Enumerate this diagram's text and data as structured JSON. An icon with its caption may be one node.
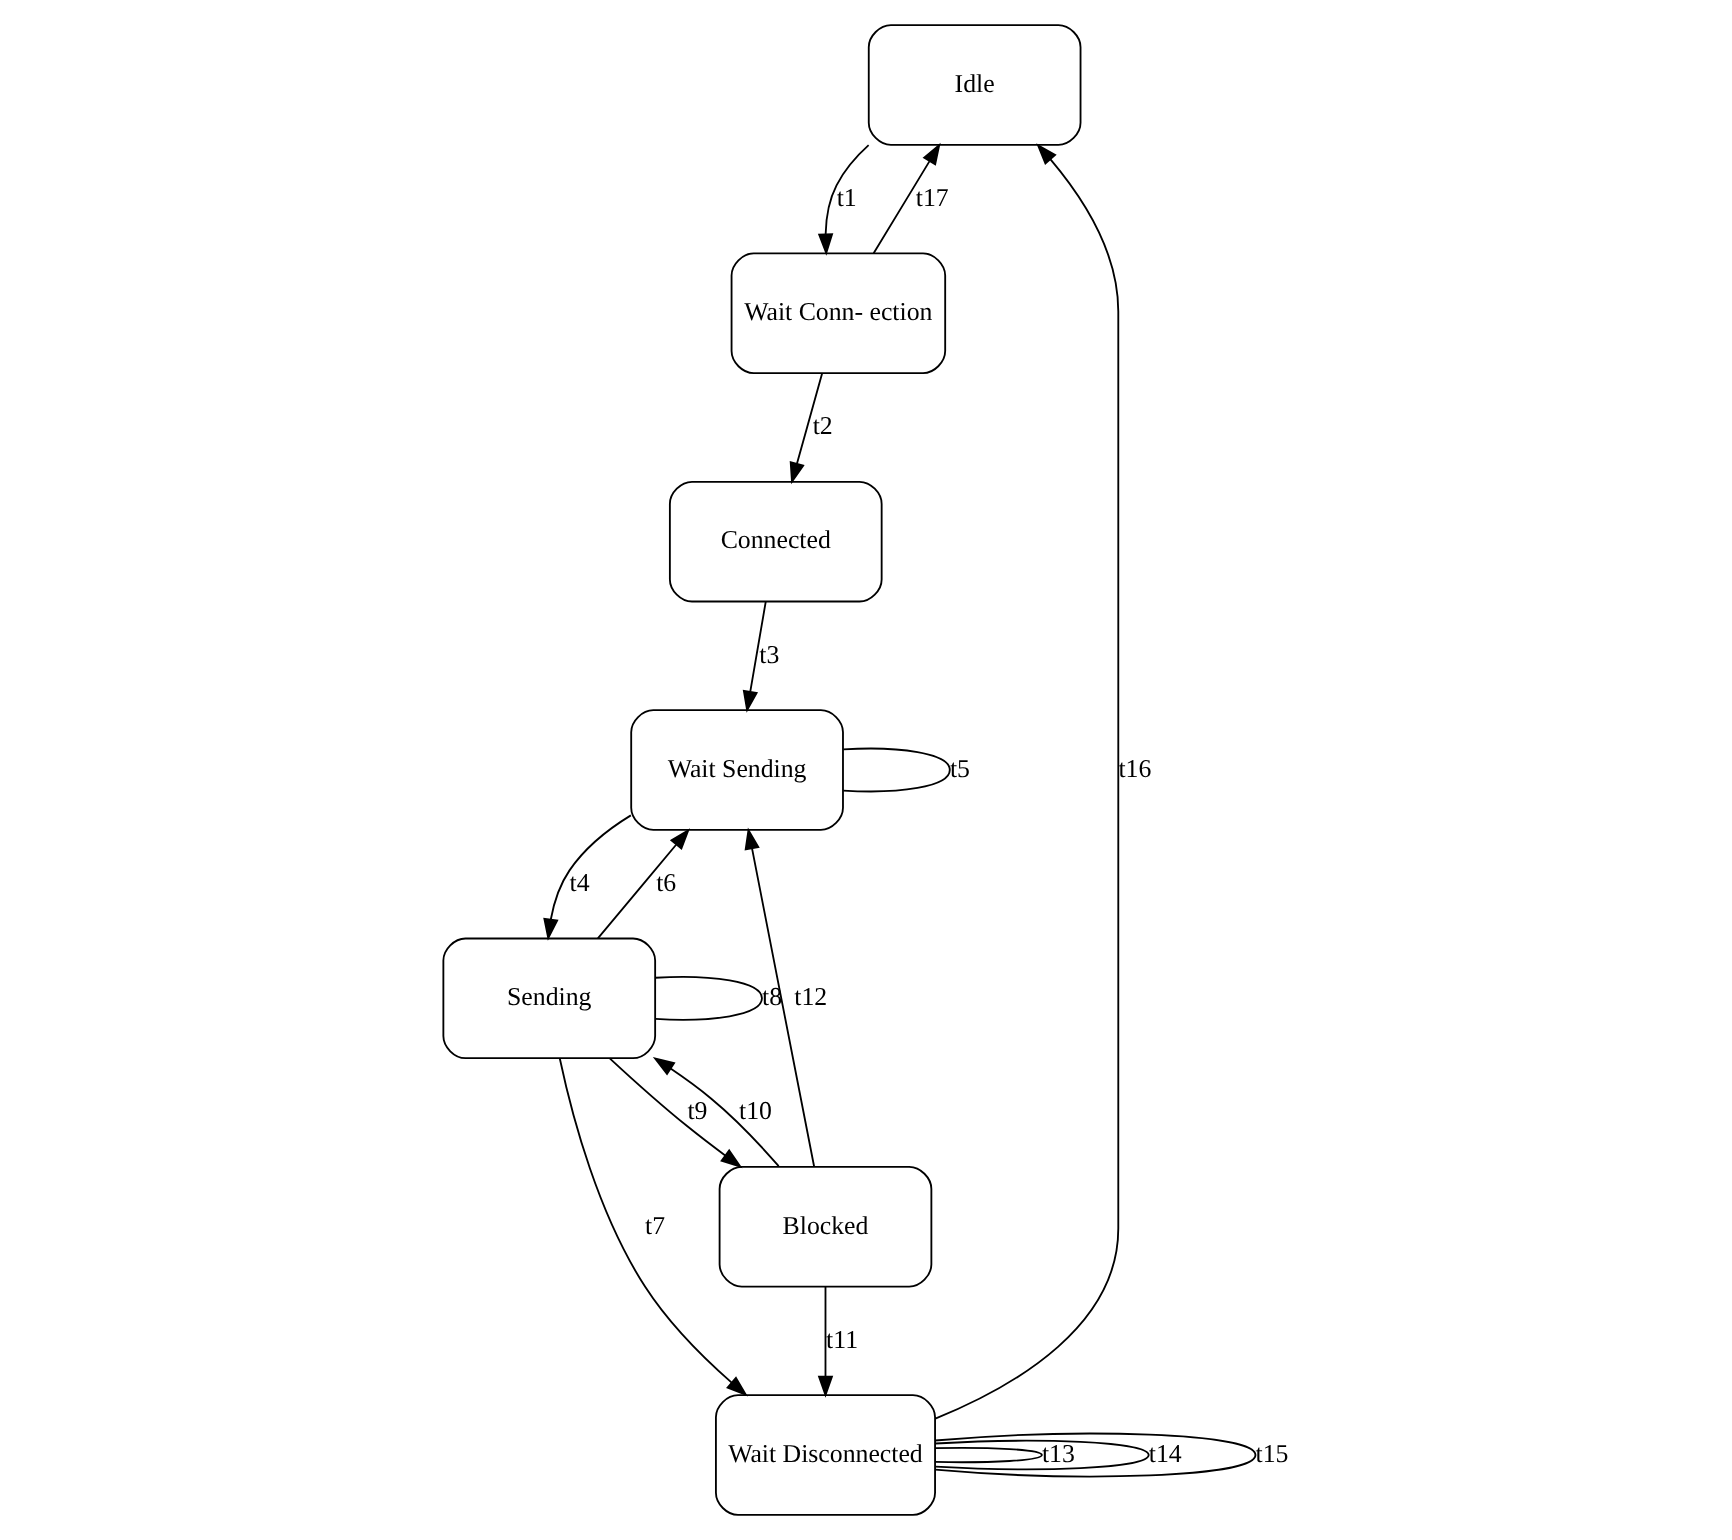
{
  "diagram": {
    "nodes": [
      {
        "text": [
          "Idle"
        ]
      },
      {
        "text": [
          "Wait Conn- ection"
        ]
      },
      {
        "text": [
          "Connected"
        ]
      },
      {
        "text": [
          "Wait Sending"
        ]
      },
      {
        "text": [
          "Sending"
        ]
      },
      {
        "text": [
          "Wait Disconnected"
        ]
      },
      {
        "text": [
          "Blocked"
        ]
      }
    ],
    "edges": [
      {
        "from": 0,
        "to": 1,
        "arrow": "to",
        "label": "t1"
      },
      {
        "from": 1,
        "to": 0,
        "arrow": "to",
        "label": "t17"
      },
      {
        "from": 1,
        "to": 2,
        "arrow": "to",
        "label": "t2"
      },
      {
        "from": 2,
        "to": 3,
        "arrow": "to",
        "label": "t3"
      },
      {
        "from": 3,
        "to": 4,
        "arrow": "to",
        "label": "t4"
      },
      {
        "from": 3,
        "to": 3,
        "arrow": "none",
        "label": "t5"
      },
      {
        "from": 4,
        "to": 3,
        "arrow": "to",
        "label": "t6"
      },
      {
        "from": 4,
        "to": 5,
        "arrow": "to",
        "label": "t7"
      },
      {
        "from": 4,
        "to": 4,
        "arrow": "none",
        "label": "t8"
      },
      {
        "from": 4,
        "to": 6,
        "arrow": "to",
        "label": "t9"
      },
      {
        "from": 6,
        "to": 4,
        "arrow": "to",
        "label": "t10"
      },
      {
        "from": 6,
        "to": 5,
        "arrow": "to",
        "label": "t11"
      },
      {
        "from": 6,
        "to": 3,
        "arrow": "to",
        "label": "t12"
      },
      {
        "from": 5,
        "to": 5,
        "arrow": "none",
        "label": "t13"
      },
      {
        "from": 5,
        "to": 5,
        "arrow": "none",
        "label": "t14"
      },
      {
        "from": 5,
        "to": 5,
        "arrow": "none",
        "label": "t15"
      },
      {
        "from": 5,
        "to": 0,
        "arrow": "to",
        "label": "t16"
      }
    ]
  }
}
